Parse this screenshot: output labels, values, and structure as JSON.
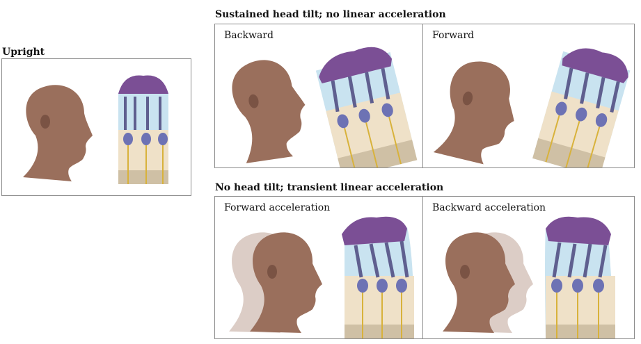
{
  "groups": {
    "upright": {
      "title": "Upright"
    },
    "tilt": {
      "title": "Sustained head tilt; no linear acceleration"
    },
    "accel": {
      "title": "No head tilt; transient linear acceleration"
    }
  },
  "panels": {
    "upright": {
      "label": ""
    },
    "backward": {
      "label": "Backward"
    },
    "forward": {
      "label": "Forward"
    },
    "forward_accel": {
      "label": "Forward acceleration"
    },
    "backward_accel": {
      "label": "Backward acceleration"
    }
  },
  "colors": {
    "skin": "#9a6f5c",
    "skin_shadow": "#7a5344",
    "otoconia": "#7b4f95",
    "endolymph": "#c9e3f0",
    "hair_bundle": "#5f5f8f",
    "hair_cell": "#efe1c8",
    "nucleus": "#6d72b4",
    "nerve_fiber": "#d8b23b",
    "tissue": "#cfc0a5"
  }
}
